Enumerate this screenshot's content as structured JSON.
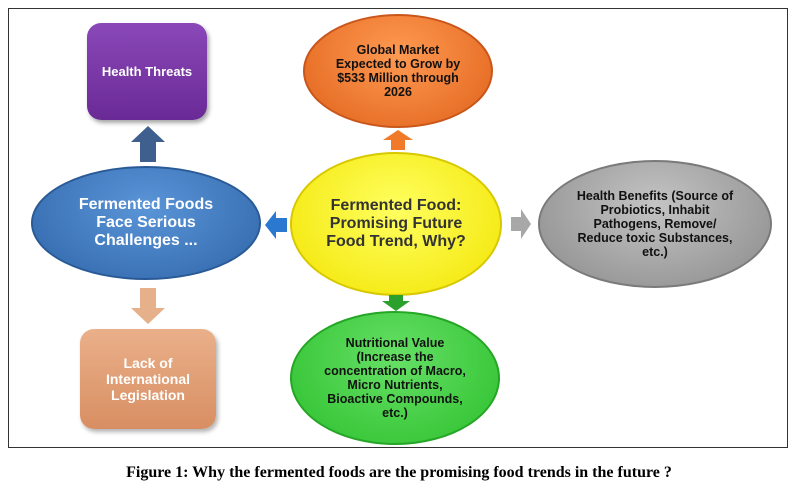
{
  "diagram": {
    "center": {
      "text": "Fermented Food: Promising Future Food Trend, Why?",
      "color": "#fff200"
    },
    "market": {
      "text": "Global Market Expected to Grow by $533 Million through 2026",
      "color": "#f07a2a"
    },
    "benefits": {
      "text": "Health Benefits (Source of Probiotics, Inhabit Pathogens, Remove/ Reduce toxic Substances, etc.)",
      "color": "#9a9a9a"
    },
    "nutrition": {
      "text": "Nutritional Value (Increase the concentration of Macro, Micro Nutrients, Bioactive Compounds, etc.)",
      "color": "#3fcf3f"
    },
    "challenges": {
      "text": "Fermented Foods Face Serious Challenges ...",
      "color": "#3f79bf"
    },
    "threats": {
      "text": "Health Threats",
      "color": "#7a36a8"
    },
    "legislation": {
      "text": "Lack of International Legislation",
      "color": "#e0a27a"
    }
  },
  "caption": "Figure 1: Why the fermented foods are the promising food trends in the future ?"
}
